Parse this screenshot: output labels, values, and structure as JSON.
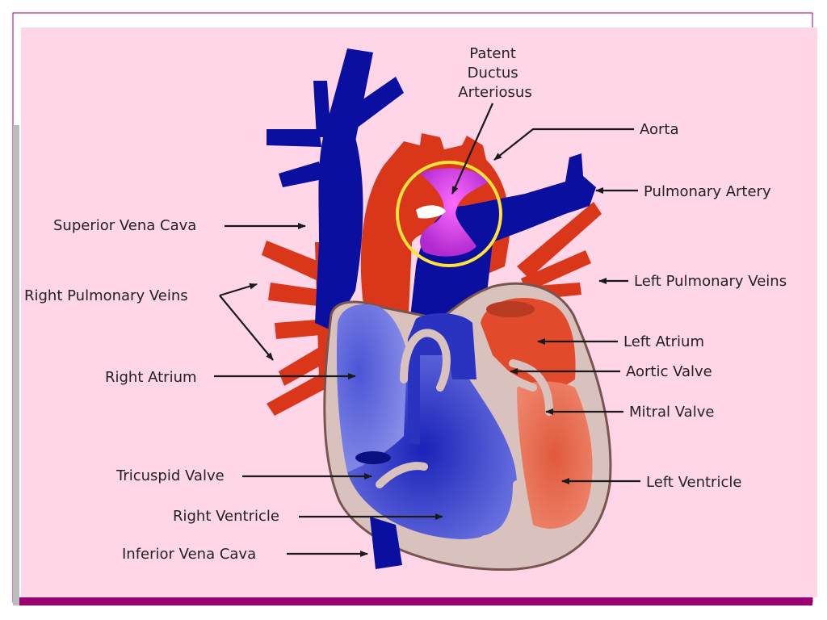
{
  "colors": {
    "slide_background": "#ffd6e8",
    "accent_bar": "#9b0070",
    "deoxygenated_blood": "#0a0fa0",
    "oxygenated_blood": "#d9361a",
    "mixed_blood": "#d63ad6",
    "heart_wall": "#d9c2bd",
    "highlight_ring": "#ffe23a"
  },
  "labels": {
    "patent_ductus_arteriosus": [
      "Patent",
      "Ductus",
      "Arteriosus"
    ],
    "aorta": "Aorta",
    "pulmonary_artery": "Pulmonary Artery",
    "superior_vena_cava": "Superior Vena Cava",
    "left_pulmonary_veins": "Left Pulmonary Veins",
    "right_pulmonary_veins": "Right Pulmonary Veins",
    "left_atrium": "Left Atrium",
    "aortic_valve": "Aortic Valve",
    "right_atrium": "Right Atrium",
    "mitral_valve": "Mitral Valve",
    "tricuspid_valve": "Tricuspid Valve",
    "left_ventricle": "Left Ventricle",
    "right_ventricle": "Right Ventricle",
    "inferior_vena_cava": "Inferior Vena Cava"
  }
}
